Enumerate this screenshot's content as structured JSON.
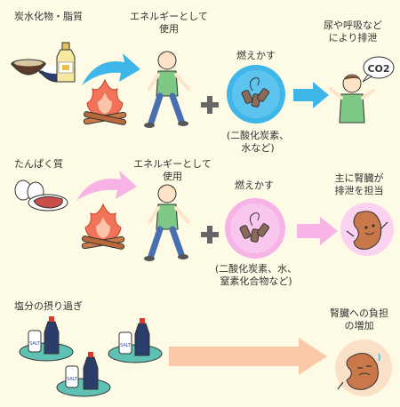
{
  "colors": {
    "background": "#fdfbe6",
    "row1_accent": "#3fb6e8",
    "row2_accent": "#f7b3e6",
    "row3_accent": "#f9c9a8",
    "fire": "#f0735a",
    "kidney": "#c9784a"
  },
  "row1": {
    "food_label": "炭水化物・脂質",
    "energy_label_line1": "エネルギーとして",
    "energy_label_line2": "使用",
    "burn_label": "燃えかす",
    "byproduct_line1": "(二酸化炭素、",
    "byproduct_line2": "水など)",
    "excretion_line1": "尿や呼吸など",
    "excretion_line2": "により排泄",
    "co2_text": "CO2"
  },
  "row2": {
    "food_label": "たんぱく質",
    "energy_label_line1": "エネルギーとして",
    "energy_label_line2": "使用",
    "burn_label": "燃えかす",
    "byproduct_line1": "(二酸化炭素、水、",
    "byproduct_line2": "窒素化合物など)",
    "excretion_line1": "主に腎臓が",
    "excretion_line2": "排泄を担当"
  },
  "row3": {
    "food_label": "塩分の摂り過ぎ",
    "result_line1": "腎臓への負担",
    "result_line2": "の増加",
    "salt_text": "SALT"
  },
  "icons": {
    "food_bowls": "food-bowls-icon",
    "oil_bottle": "oil-bottle-icon",
    "curved_arrow": "curved-arrow-icon",
    "campfire": "campfire-icon",
    "walking_man": "walking-man-icon",
    "plus": "plus-icon",
    "ash": "burnt-ash-icon",
    "arrow": "right-arrow-icon",
    "shouting_man": "shouting-man-icon",
    "egg_meat": "egg-and-meat-icon",
    "kidney_happy": "happy-kidney-icon",
    "salt_shakers": "salt-and-soy-sauce-icon",
    "kidney_tired": "tired-kidney-icon"
  }
}
